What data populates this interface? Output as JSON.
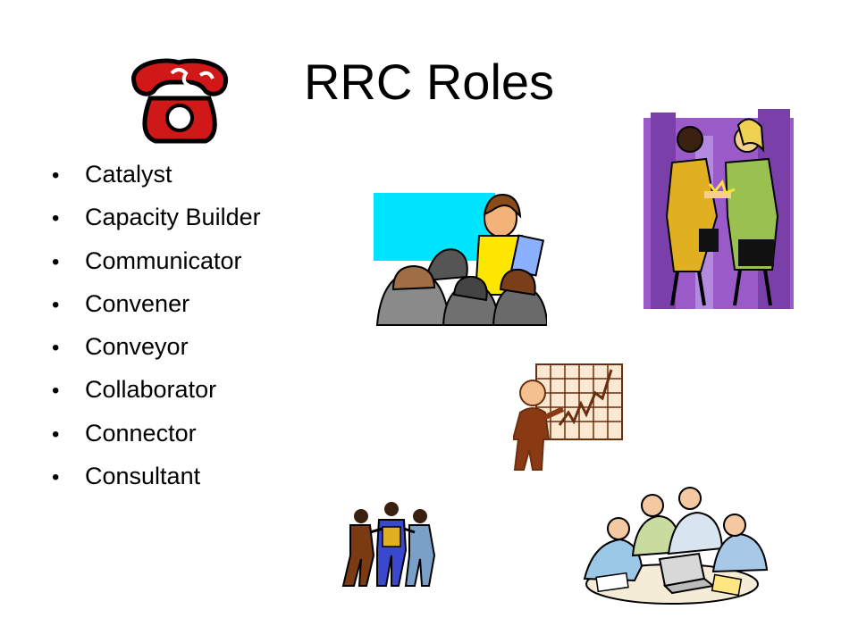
{
  "slide": {
    "title": "RRC Roles",
    "bullets": [
      "Catalyst",
      "Capacity Builder",
      "Communicator",
      "Convener",
      "Conveyor",
      "Collaborator",
      "Connector",
      "Consultant"
    ]
  },
  "clipart": [
    "telephone-icon",
    "presentation-meeting-illustration",
    "handshake-illustration",
    "growth-chart-presenter-illustration",
    "huddle-illustration",
    "team-laptop-meeting-illustration"
  ]
}
